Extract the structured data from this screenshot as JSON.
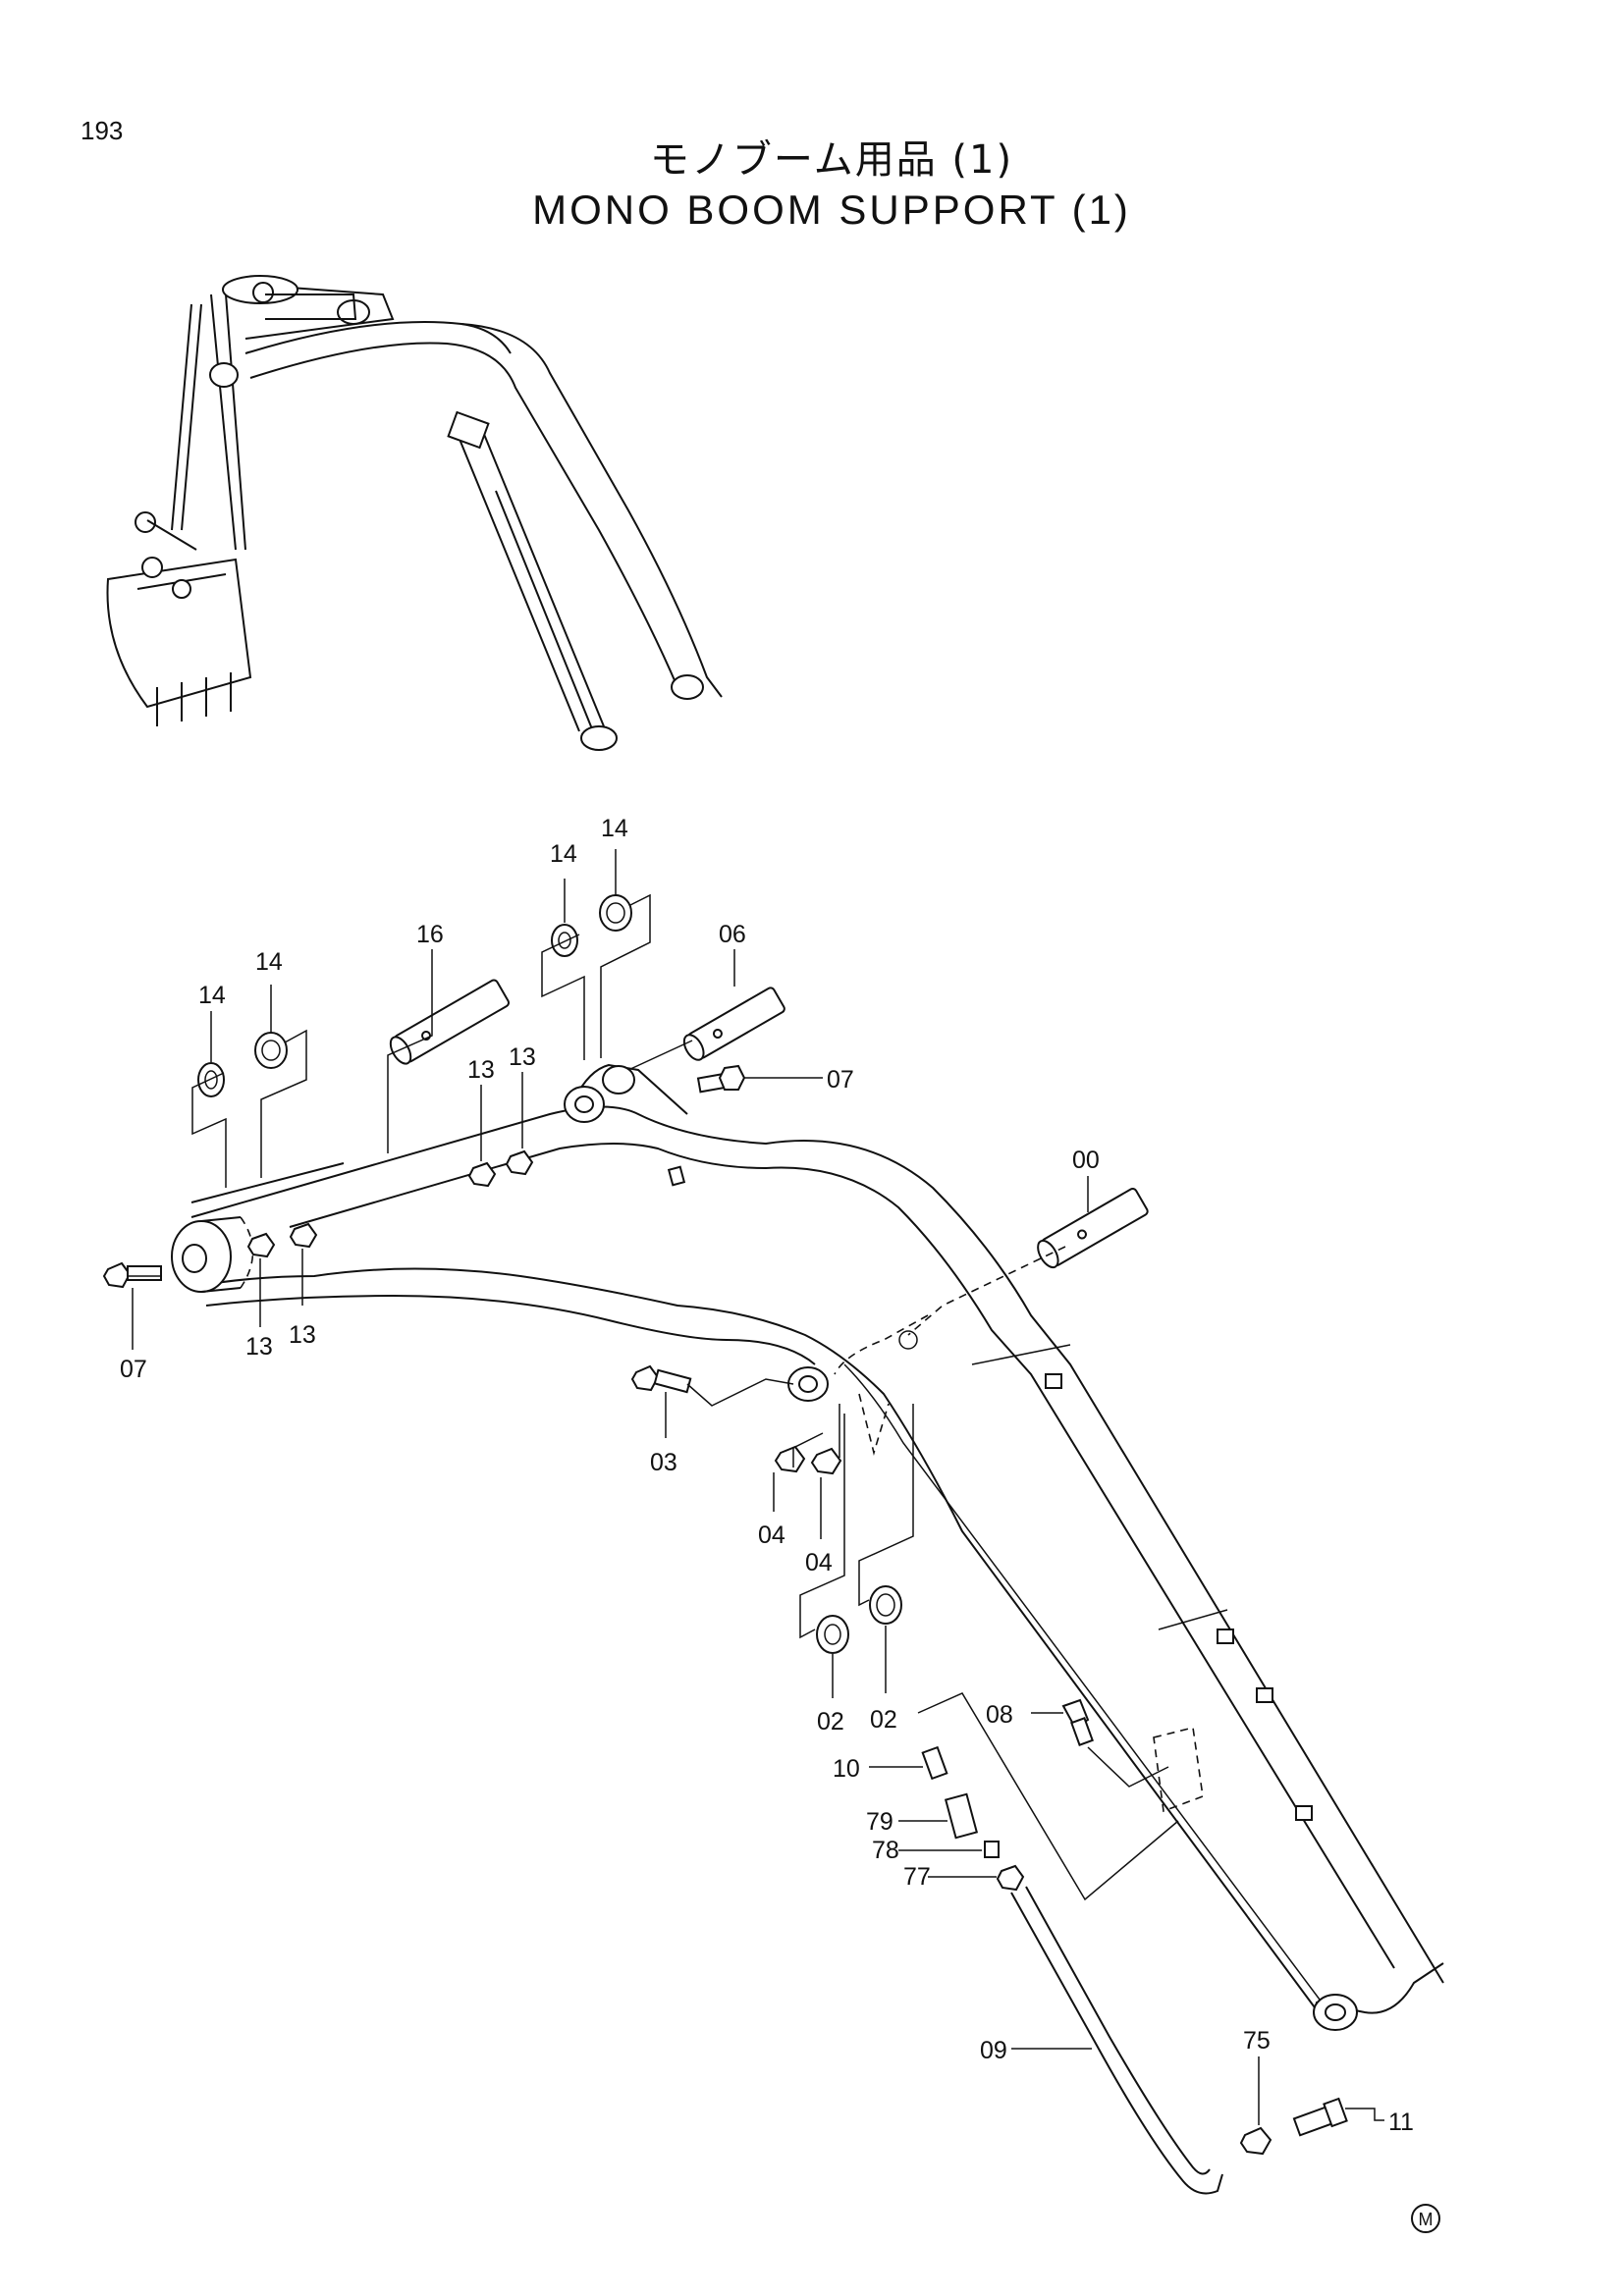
{
  "page_number": "193",
  "title_jp": "モノブーム用品 (1)",
  "title_en": "MONO BOOM SUPPORT (1)",
  "mark": "M",
  "parts": {
    "p00": "00",
    "p02a": "02",
    "p02b": "02",
    "p03": "03",
    "p04a": "04",
    "p04b": "04",
    "p06": "06",
    "p07a": "07",
    "p07b": "07",
    "p08": "08",
    "p09": "09",
    "p10": "10",
    "p11": "11",
    "p13a": "13",
    "p13b": "13",
    "p13c": "13",
    "p13d": "13",
    "p14a": "14",
    "p14b": "14",
    "p14c": "14",
    "p14d": "14",
    "p16": "16",
    "p75": "75",
    "p77": "77",
    "p78": "78",
    "p79": "79"
  }
}
